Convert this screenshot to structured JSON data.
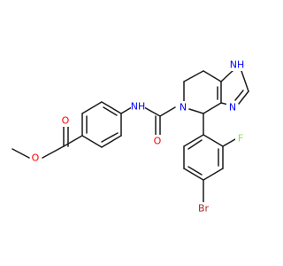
{
  "atoms": {
    "methyl_o": {
      "text": "O",
      "color": "#ff0000"
    },
    "carbonyl_o_ester": {
      "text": "O",
      "color": "#ff0000"
    },
    "amide_nh": {
      "text": "NH",
      "color": "#0000ff"
    },
    "amide_o": {
      "text": "O",
      "color": "#ff0000"
    },
    "ring_n": {
      "text": "N",
      "color": "#0000ff"
    },
    "imidazole_nh": {
      "text": "NH",
      "color": "#0000ff"
    },
    "imidazole_n": {
      "text": "N",
      "color": "#0000ff"
    },
    "fluorine": {
      "text": "F",
      "color": "#90e050"
    },
    "bromine": {
      "text": "Br",
      "color": "#a62929"
    }
  }
}
